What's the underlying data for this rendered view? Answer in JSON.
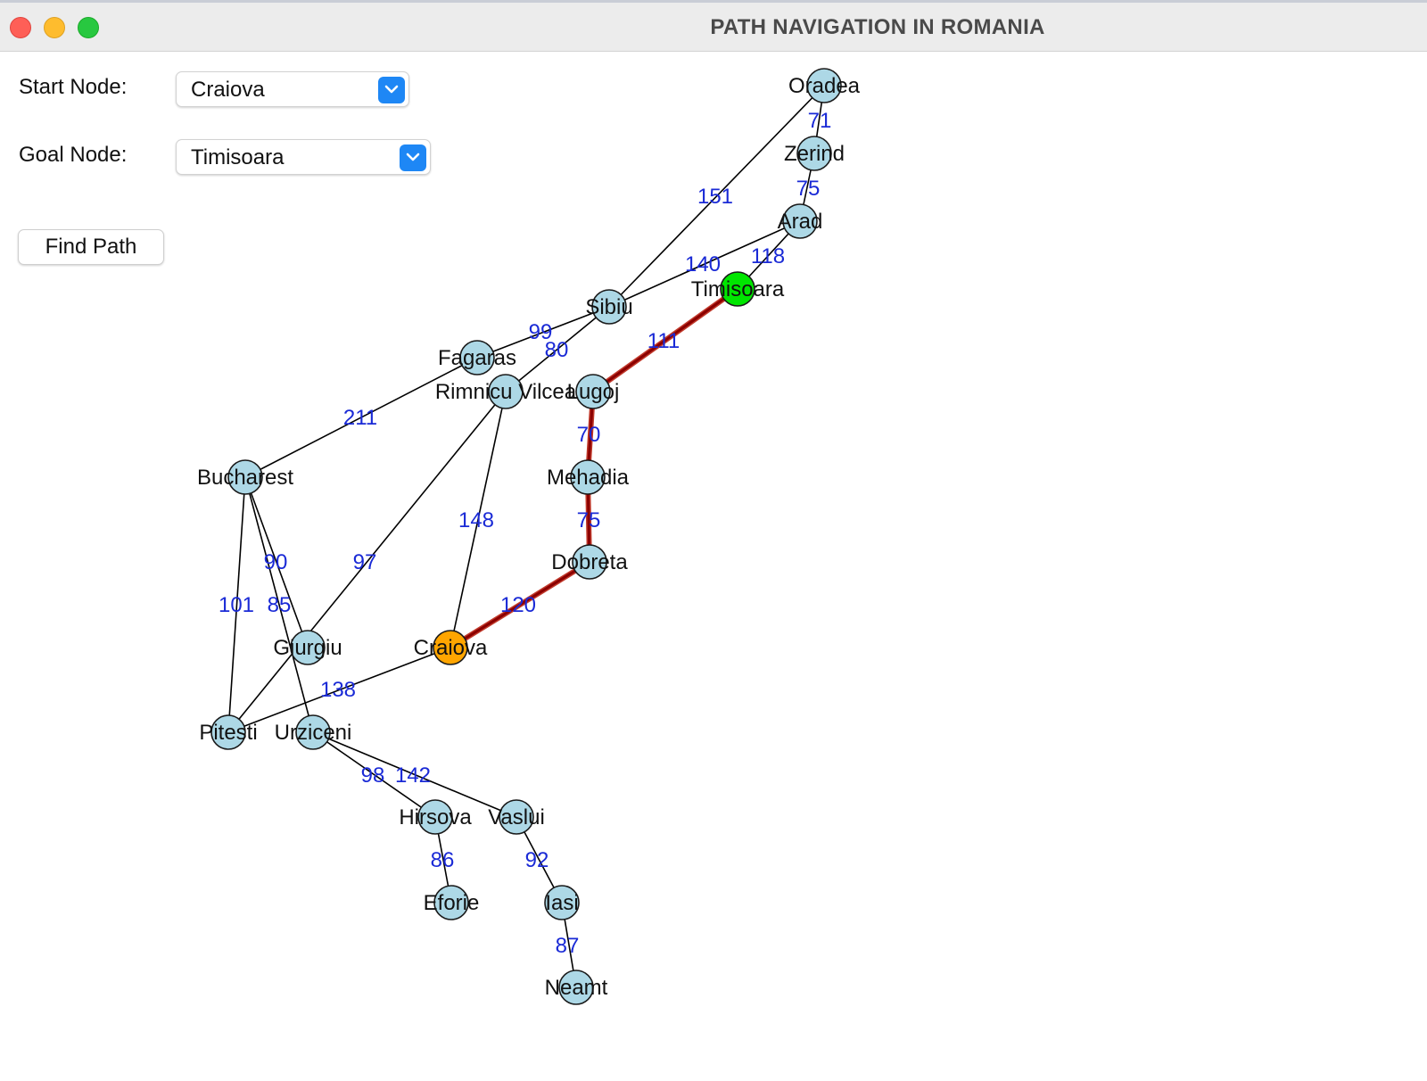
{
  "window": {
    "title": "PATH NAVIGATION IN ROMANIA"
  },
  "controls": {
    "start_label": "Start Node:",
    "start_value": "Craiova",
    "goal_label": "Goal Node:",
    "goal_value": "Timisoara",
    "find_button": "Find Path"
  },
  "colors": {
    "node_default": "#add8e6",
    "start_node": "#ffa500",
    "goal_node": "#00e600",
    "path_edge": "#8b0000",
    "weight_text": "#1a2ad6"
  },
  "graph": {
    "nodes": [
      "Oradea",
      "Zerind",
      "Arad",
      "Timisoara",
      "Sibiu",
      "Fagaras",
      "Rimnicu Vilcea",
      "Lugoj",
      "Bucharest",
      "Mehadia",
      "Dobreta",
      "Giurgiu",
      "Craiova",
      "Pitesti",
      "Urziceni",
      "Hirsova",
      "Vaslui",
      "Eforie",
      "Iasi",
      "Neamt"
    ],
    "edges": [
      {
        "from": "Oradea",
        "to": "Zerind",
        "weight": "71"
      },
      {
        "from": "Oradea",
        "to": "Sibiu",
        "weight": "151"
      },
      {
        "from": "Zerind",
        "to": "Arad",
        "weight": "75"
      },
      {
        "from": "Arad",
        "to": "Timisoara",
        "weight": "118"
      },
      {
        "from": "Arad",
        "to": "Sibiu",
        "weight": "140"
      },
      {
        "from": "Timisoara",
        "to": "Lugoj",
        "weight": "111"
      },
      {
        "from": "Sibiu",
        "to": "Fagaras",
        "weight": "99"
      },
      {
        "from": "Sibiu",
        "to": "Rimnicu Vilcea",
        "weight": "80"
      },
      {
        "from": "Fagaras",
        "to": "Bucharest",
        "weight": "211"
      },
      {
        "from": "Lugoj",
        "to": "Mehadia",
        "weight": "70"
      },
      {
        "from": "Mehadia",
        "to": "Dobreta",
        "weight": "75"
      },
      {
        "from": "Dobreta",
        "to": "Craiova",
        "weight": "120"
      },
      {
        "from": "Rimnicu Vilcea",
        "to": "Craiova",
        "weight": "148"
      },
      {
        "from": "Rimnicu Vilcea",
        "to": "Pitesti",
        "weight": "97"
      },
      {
        "from": "Craiova",
        "to": "Pitesti",
        "weight": "138"
      },
      {
        "from": "Bucharest",
        "to": "Pitesti",
        "weight": "101"
      },
      {
        "from": "Bucharest",
        "to": "Giurgiu",
        "weight": "90"
      },
      {
        "from": "Bucharest",
        "to": "Urziceni",
        "weight": "85"
      },
      {
        "from": "Urziceni",
        "to": "Hirsova",
        "weight": "98"
      },
      {
        "from": "Urziceni",
        "to": "Vaslui",
        "weight": "142"
      },
      {
        "from": "Hirsova",
        "to": "Eforie",
        "weight": "86"
      },
      {
        "from": "Vaslui",
        "to": "Iasi",
        "weight": "92"
      },
      {
        "from": "Iasi",
        "to": "Neamt",
        "weight": "87"
      }
    ],
    "path": [
      "Craiova",
      "Dobreta",
      "Mehadia",
      "Lugoj",
      "Timisoara"
    ],
    "start": "Craiova",
    "goal": "Timisoara"
  }
}
